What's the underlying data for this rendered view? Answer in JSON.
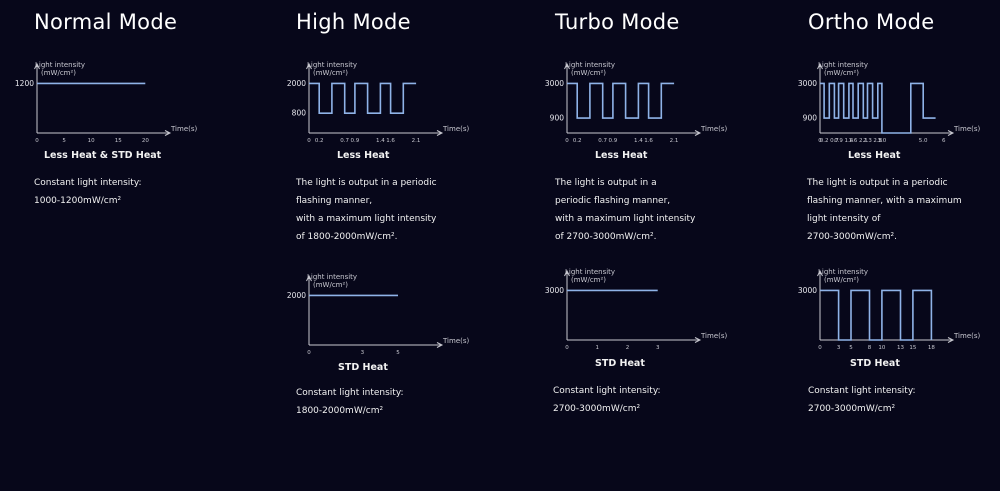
{
  "chart_data": [
    {
      "mode": "Normal Mode",
      "type": "line",
      "y_axis_label": [
        "Light intensity",
        "(mW/cm²)"
      ],
      "x_axis_label": "Time(s)",
      "y_ticks": [
        "1200"
      ],
      "x_ticks": [
        "0",
        "5",
        "10",
        "15",
        "20"
      ],
      "heat_label": "Less Heat & STD Heat",
      "description": [
        "Constant light intensity:",
        "1000-1200mW/cm²"
      ],
      "series": [
        {
          "x": [
            0,
            20
          ],
          "y": [
            1200,
            1200
          ]
        }
      ],
      "xlim": [
        0,
        24
      ],
      "ylim": [
        0,
        1500
      ]
    },
    {
      "mode": "High Mode",
      "type": "line",
      "y_axis_label": [
        "Light intensity",
        "(mW/cm²)"
      ],
      "x_axis_label": "Time(s)",
      "y_ticks": [
        "2000",
        "800"
      ],
      "x_ticks": [
        "0",
        "0.2",
        "0.7",
        "0.9",
        "1.4",
        "1.6",
        "2.1"
      ],
      "heat_label": "Less Heat",
      "description": [
        "The light is output in a periodic",
        " flashing manner,",
        "with a maximum light intensity",
        "of 1800-2000mW/cm²."
      ],
      "series": [
        {
          "x": [
            0,
            0.2,
            0.2,
            0.45,
            0.45,
            0.7,
            0.7,
            0.9,
            0.9,
            1.15,
            1.15,
            1.4,
            1.4,
            1.6,
            1.6,
            1.85,
            1.85,
            2.1
          ],
          "y": [
            2000,
            2000,
            800,
            800,
            2000,
            2000,
            800,
            800,
            2000,
            2000,
            800,
            800,
            2000,
            2000,
            800,
            800,
            2000,
            2000
          ]
        }
      ],
      "xlim": [
        0,
        2.55
      ],
      "ylim": [
        0,
        2500
      ]
    },
    {
      "mode": "High Mode",
      "type": "line",
      "y_axis_label": [
        "Light intensity",
        "(mW/cm²)"
      ],
      "x_axis_label": "Time(s)",
      "y_ticks": [
        "2000"
      ],
      "x_ticks": [
        "0",
        "3",
        "5"
      ],
      "heat_label": "STD Heat",
      "description": [
        "Constant light intensity:",
        "1800-2000mW/cm²"
      ],
      "series": [
        {
          "x": [
            0,
            5
          ],
          "y": [
            2000,
            2000
          ]
        }
      ],
      "xlim": [
        0,
        7.3
      ],
      "ylim": [
        0,
        2500
      ]
    },
    {
      "mode": "Turbo Mode",
      "type": "line",
      "y_axis_label": [
        "Light intensity",
        "(mW/cm²)"
      ],
      "x_axis_label": "Time(s)",
      "y_ticks": [
        "3000",
        "900"
      ],
      "x_ticks": [
        "0",
        "0.2",
        "0.7",
        "0.9",
        "1.4",
        "1.6",
        "2.1"
      ],
      "heat_label": "Less Heat",
      "description": [
        "The light is output in a",
        "periodic flashing manner,",
        "with a maximum light intensity",
        "of 2700-3000mW/cm²."
      ],
      "series": [
        {
          "x": [
            0,
            0.2,
            0.2,
            0.45,
            0.45,
            0.7,
            0.7,
            0.9,
            0.9,
            1.15,
            1.15,
            1.4,
            1.4,
            1.6,
            1.6,
            1.85,
            1.85,
            2.1
          ],
          "y": [
            3000,
            3000,
            900,
            900,
            3000,
            3000,
            900,
            900,
            3000,
            3000,
            900,
            900,
            3000,
            3000,
            900,
            900,
            3000,
            3000
          ]
        }
      ],
      "xlim": [
        0,
        2.55
      ],
      "ylim": [
        0,
        3750
      ]
    },
    {
      "mode": "Turbo Mode",
      "type": "line",
      "y_axis_label": [
        "Light intensity",
        "(mW/cm²)"
      ],
      "x_axis_label": "Time(s)",
      "y_ticks": [
        "3000"
      ],
      "x_ticks": [
        "0",
        "1",
        "2",
        "3"
      ],
      "heat_label": "STD Heat",
      "description": [
        "Constant light intensity:",
        "2700-3000mW/cm²"
      ],
      "series": [
        {
          "x": [
            0,
            3
          ],
          "y": [
            3000,
            3000
          ]
        }
      ],
      "xlim": [
        0,
        4.3
      ],
      "ylim": [
        0,
        3750
      ]
    },
    {
      "mode": "Ortho Mode",
      "type": "line",
      "y_axis_label": [
        "Light intensity",
        "(mW/cm²)"
      ],
      "x_axis_label": "Time(s)",
      "y_ticks": [
        "3000",
        "900"
      ],
      "x_ticks": [
        "0",
        "0.2",
        "0.7",
        "0.9",
        "1.4",
        "1.6",
        "2.1",
        "2.3",
        "2.8",
        "3.0",
        "5.0",
        "6"
      ],
      "heat_label": "Less Heat",
      "description": [
        "The light is output in a periodic",
        "flashing manner, with a maximum",
        "light intensity of",
        " 2700-3000mW/cm²."
      ],
      "series": [
        {
          "x": [
            0,
            0.2,
            0.2,
            0.45,
            0.45,
            0.7,
            0.7,
            0.9,
            0.9,
            1.15,
            1.15,
            1.4,
            1.4,
            1.6,
            1.6,
            1.85,
            1.85,
            2.1,
            2.1,
            2.3,
            2.3,
            2.55,
            2.55,
            2.8,
            2.8,
            3.0,
            3.0,
            4.4,
            4.4,
            5.0,
            5.0,
            5.6
          ],
          "y": [
            3000,
            3000,
            900,
            900,
            3000,
            3000,
            900,
            900,
            3000,
            3000,
            900,
            900,
            3000,
            3000,
            900,
            900,
            3000,
            3000,
            900,
            900,
            3000,
            3000,
            900,
            900,
            3000,
            3000,
            0,
            0,
            3000,
            3000,
            900,
            900
          ]
        }
      ],
      "xlim": [
        0,
        6.3
      ],
      "ylim": [
        0,
        3750
      ]
    },
    {
      "mode": "Ortho Mode",
      "type": "line",
      "y_axis_label": [
        "Light intensity",
        "(mW/cm²)"
      ],
      "x_axis_label": "Time(s)",
      "y_ticks": [
        "3000"
      ],
      "x_ticks": [
        "0",
        "3",
        "5",
        "8",
        "10",
        "13",
        "15",
        "18"
      ],
      "heat_label": "STD Heat",
      "description": [
        "Constant light intensity:",
        "2700-3000mW/cm²"
      ],
      "series": [
        {
          "x": [
            0,
            3,
            3,
            5,
            5,
            8,
            8,
            10,
            10,
            13,
            13,
            15,
            15,
            18,
            18
          ],
          "y": [
            3000,
            3000,
            0,
            0,
            3000,
            3000,
            0,
            0,
            3000,
            3000,
            0,
            0,
            3000,
            3000,
            0
          ]
        }
      ],
      "xlim": [
        0,
        21
      ],
      "ylim": [
        0,
        3750
      ]
    }
  ]
}
